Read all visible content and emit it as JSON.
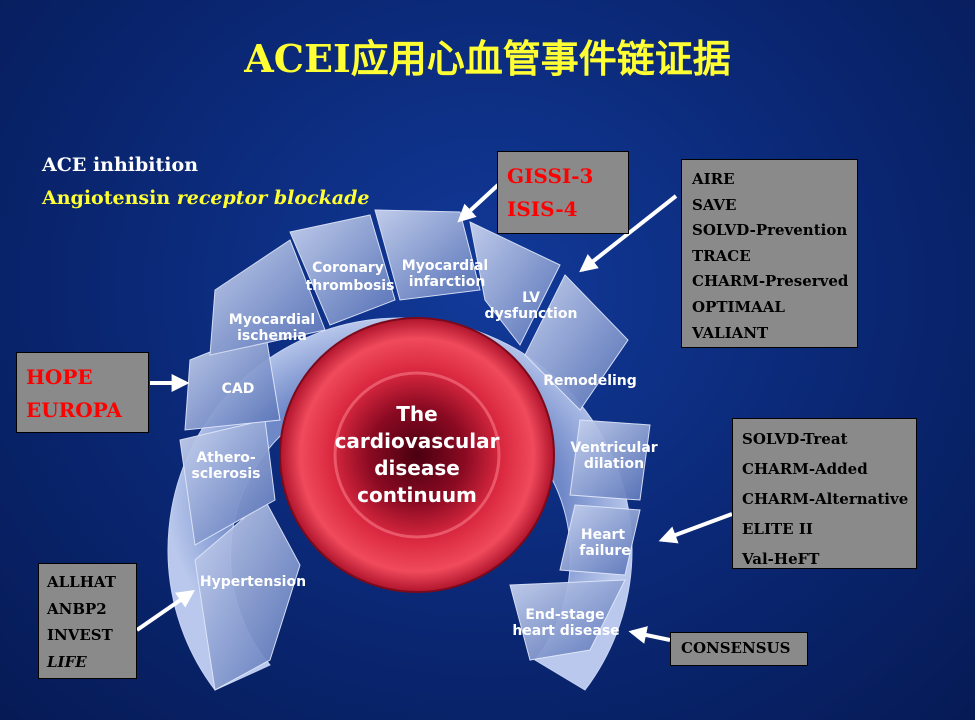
{
  "title": "ACEI应用心血管事件链证据",
  "legend": {
    "ace": "ACE inhibition",
    "arb_normal": "Angiotensin ",
    "arb_italic": "receptor blockade"
  },
  "center": [
    "The",
    "cardiovascular",
    "disease",
    "continuum"
  ],
  "segments": [
    {
      "id": "hypertension",
      "lines": [
        "Hypertension"
      ]
    },
    {
      "id": "atherosclerosis",
      "lines": [
        "Athero-",
        "sclerosis"
      ]
    },
    {
      "id": "cad",
      "lines": [
        "CAD"
      ]
    },
    {
      "id": "ischemia",
      "lines": [
        "Myocardial",
        "ischemia"
      ]
    },
    {
      "id": "thrombosis",
      "lines": [
        "Coronary",
        "thrombosis"
      ]
    },
    {
      "id": "infarction",
      "lines": [
        "Myocardial",
        "infarction"
      ]
    },
    {
      "id": "lv",
      "lines": [
        "LV",
        "dysfunction"
      ]
    },
    {
      "id": "remodeling",
      "lines": [
        "Remodeling"
      ]
    },
    {
      "id": "dilation",
      "lines": [
        "Ventricular",
        "dilation"
      ]
    },
    {
      "id": "hf",
      "lines": [
        "Heart",
        "failure"
      ]
    },
    {
      "id": "endstage",
      "lines": [
        "End-stage",
        "heart disease"
      ]
    }
  ],
  "boxes": {
    "gissi": [
      "GISSI-3",
      "ISIS-4"
    ],
    "aire": [
      "AIRE",
      "SAVE",
      "SOLVD-Prevention",
      "TRACE",
      "CHARM-Preserved",
      "OPTIMAAL",
      "VALIANT"
    ],
    "hope": [
      "HOPE",
      "EUROPA"
    ],
    "solvd": [
      "SOLVD-Treat",
      "CHARM-Added",
      "CHARM-Alternative",
      "ELITE II",
      "Val-HeFT"
    ],
    "allhat": [
      "ALLHAT",
      "ANBP2",
      "INVEST",
      "LIFE"
    ],
    "consensus": [
      "CONSENSUS"
    ]
  },
  "colors": {
    "title": "#ffff33",
    "trial_red": "#ff0000",
    "box_fill": "#8a8a8a",
    "ring_blue": "#8fa6d8",
    "center_red": "#d8283c"
  }
}
